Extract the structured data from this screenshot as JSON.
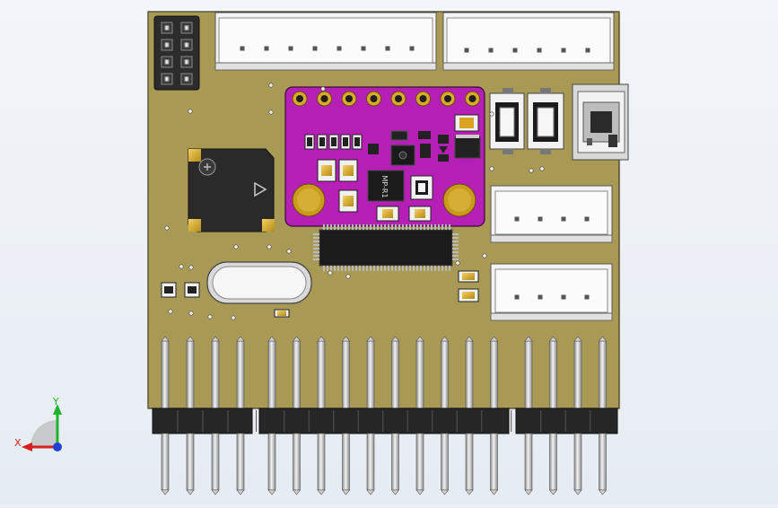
{
  "board": {
    "pcb_color": "#a89a55",
    "module_color": "#b51fb5",
    "module_label": "MP-R1"
  },
  "triad": {
    "x_label": "X",
    "y_label": "Y",
    "x_color": "#d61f1f",
    "y_color": "#1fb32b",
    "z_color": "#1f3fd6"
  }
}
